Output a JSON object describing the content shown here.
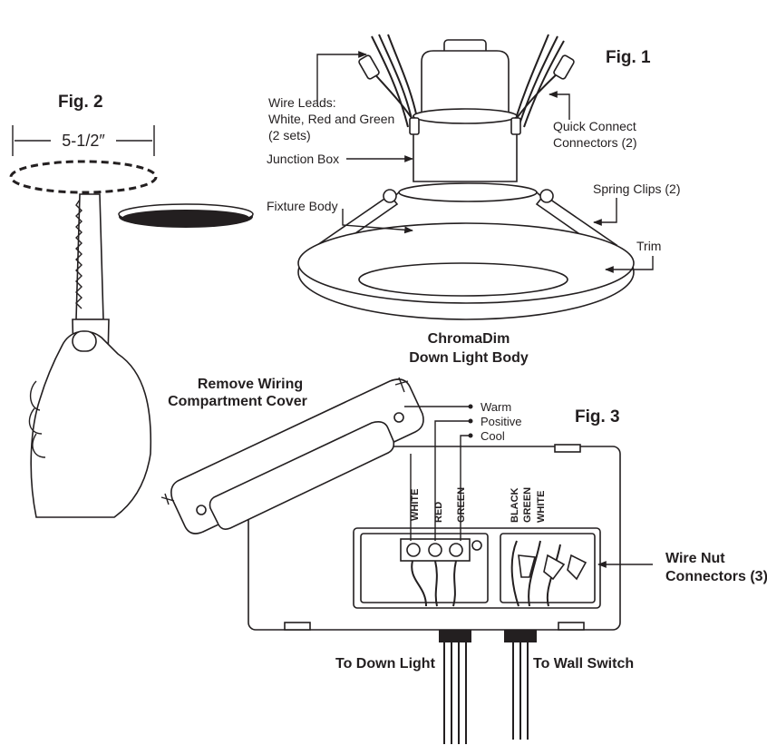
{
  "fig1": {
    "title": "Fig. 1",
    "labels": {
      "wire_leads_1": "Wire Leads:",
      "wire_leads_2": "White, Red and Green",
      "wire_leads_3": "(2 sets)",
      "junction_box": "Junction Box",
      "fixture_body": "Fixture Body",
      "quick_connect_1": "Quick Connect",
      "quick_connect_2": "Connectors (2)",
      "spring_clips": "Spring Clips (2)",
      "trim": "Trim"
    },
    "caption_1": "ChromaDim",
    "caption_2": "Down Light Body"
  },
  "fig2": {
    "title": "Fig. 2",
    "dimension": "5-1/2″"
  },
  "fig3": {
    "title": "Fig. 3",
    "remove_cover_1": "Remove Wiring",
    "remove_cover_2": "Compartment Cover",
    "terminals": [
      "Warm",
      "Positive",
      "Cool"
    ],
    "left_wires": [
      "WHITE",
      "RED",
      "GREEN"
    ],
    "right_wires": [
      "BLACK",
      "GREEN",
      "WHITE"
    ],
    "wire_nut_1": "Wire Nut",
    "wire_nut_2": "Connectors (3)",
    "to_down_light": "To Down Light",
    "to_wall_switch": "To Wall Switch"
  }
}
